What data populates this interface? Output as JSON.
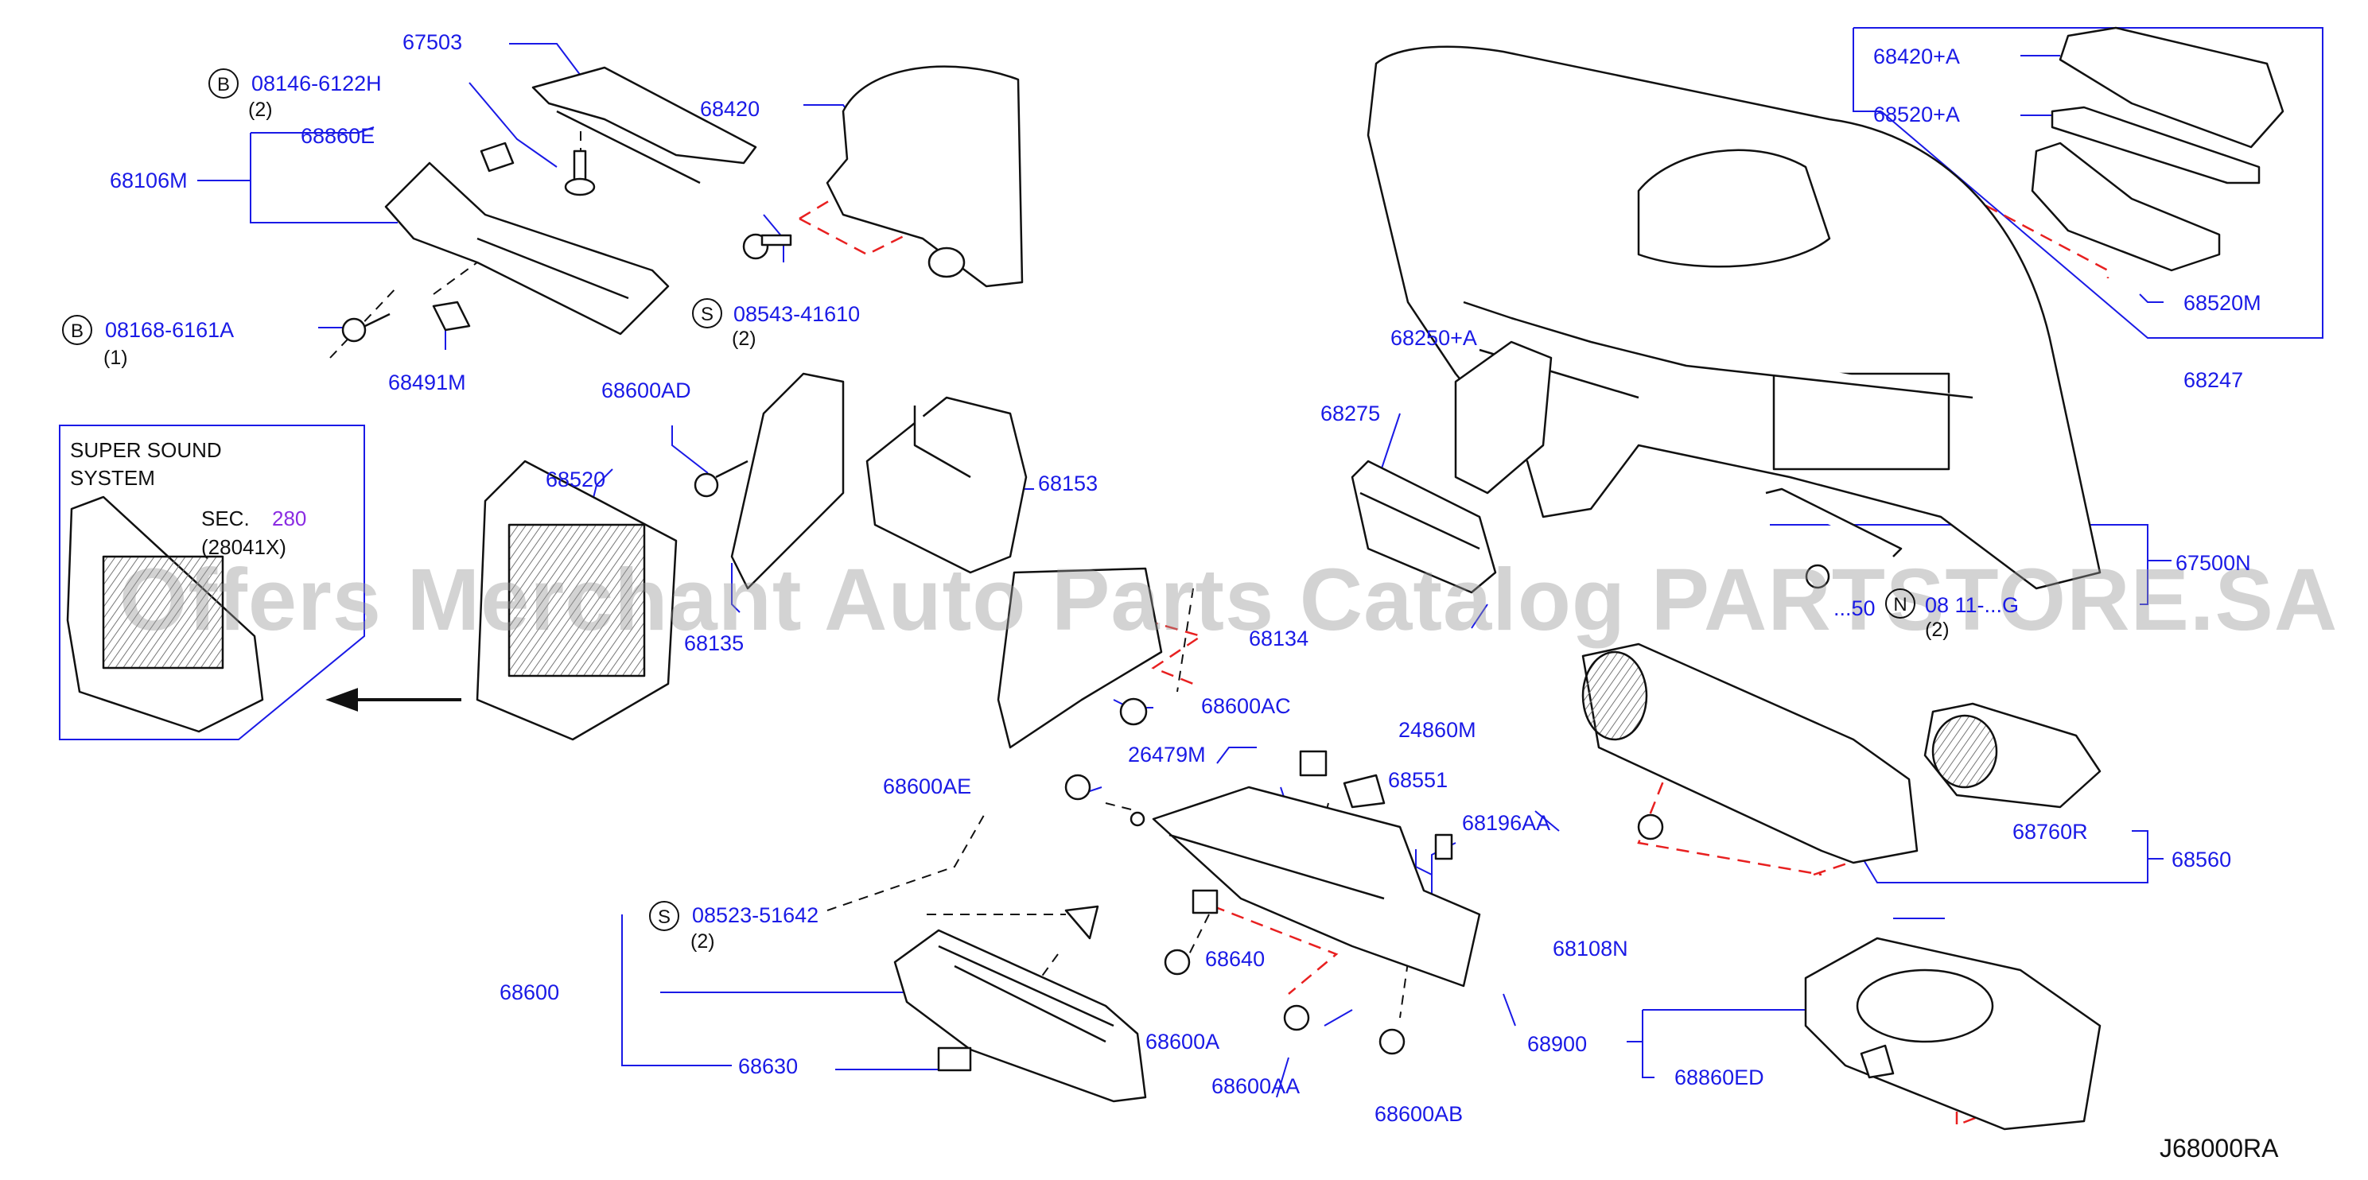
{
  "labels": {
    "p67503": "67503",
    "p08146": "08146-6122H",
    "p08146q": "(2)",
    "p68860E": "68860E",
    "p68106M": "68106M",
    "p08168": "08168-6161A",
    "p08168q": "(1)",
    "p68491M": "68491M",
    "p68420": "68420",
    "p08543": "08543-41610",
    "p08543q": "(2)",
    "p68600AD": "68600AD",
    "p68153": "68153",
    "p68520": "68520",
    "p68135": "68135",
    "p68134": "68134",
    "p68600AC": "68600AC",
    "p26479M": "26479M",
    "p24860M": "24860M",
    "p68551": "68551",
    "p68196AA": "68196AA",
    "p68600AE": "68600AE",
    "p08523": "08523-51642",
    "p08523q": "(2)",
    "p68600": "68600",
    "p68630": "68630",
    "p68640": "68640",
    "p68600A": "68600A",
    "p68600AA": "68600AA",
    "p68600AB": "68600AB",
    "p68108N": "68108N",
    "p68420A": "68420+A",
    "p68520A": "68520+A",
    "p68520M": "68520M",
    "p68247": "68247",
    "p68250A": "68250+A",
    "p68275": "68275",
    "p67500N": "67500N",
    "p68250": "...50",
    "p08N": "08 11-...G",
    "p08Nq": "(2)",
    "p68760R": "68760R",
    "p68560": "68560",
    "p68900": "68900",
    "p68860ED": "68860ED"
  },
  "circles": {
    "b1": "B",
    "b2": "B",
    "s1": "S",
    "s2": "S",
    "n1": "N"
  },
  "inset": {
    "title_line1": "SUPER   SOUND",
    "title_line2": "SYSTEM",
    "sec_prefix": "SEC.",
    "sec_number": "280",
    "sec_part": "(28041X)"
  },
  "watermark": "Offers Merchant Auto Parts Catalog PARTSTORE.SA",
  "document_id": "J68000RA",
  "colors": {
    "label_blue": "#1a1ae6",
    "section_purple": "#8a2be2",
    "dash_red": "#e82020",
    "outline": "#111111"
  }
}
